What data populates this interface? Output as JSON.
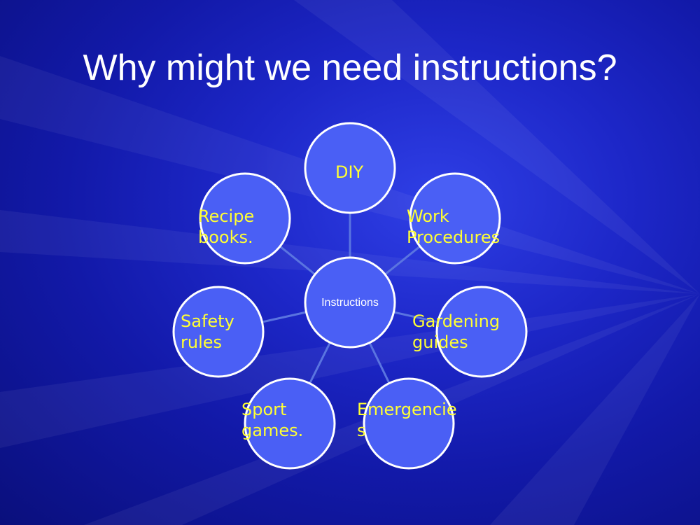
{
  "title": "Why might we need instructions?",
  "diagram": {
    "center": {
      "label": "Instructions"
    },
    "nodes": [
      {
        "id": "diy",
        "label": "DIY"
      },
      {
        "id": "work",
        "lines": [
          "Work",
          "Procedures"
        ]
      },
      {
        "id": "gardening",
        "lines": [
          "Gardening",
          "guides"
        ]
      },
      {
        "id": "emergencies",
        "lines": [
          "Emergencie",
          "s"
        ]
      },
      {
        "id": "sport",
        "lines": [
          "Sport",
          "games."
        ]
      },
      {
        "id": "safety",
        "lines": [
          "Safety",
          "rules"
        ]
      },
      {
        "id": "recipe",
        "lines": [
          "Recipe",
          "books."
        ]
      }
    ]
  },
  "colors": {
    "circle_fill": "#4a5ff5",
    "circle_stroke": "#ffffff",
    "connector": "#5a74e0",
    "label_text": "#ffff33",
    "title_text": "#ffffff"
  }
}
